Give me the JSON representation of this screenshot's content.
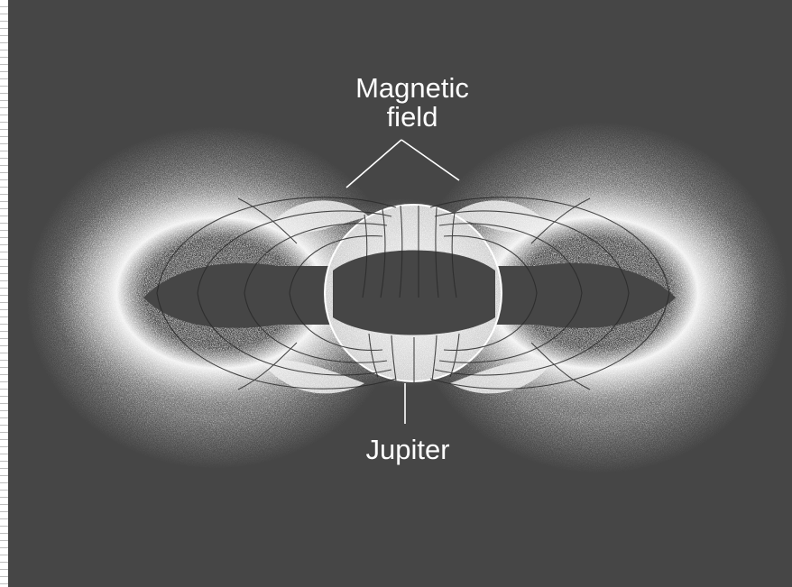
{
  "labels": {
    "magnetic_field_line1": "Magnetic",
    "magnetic_field_line2": "field",
    "planet": "Jupiter"
  },
  "colors": {
    "background": "#464646",
    "foreground": "#ffffff"
  }
}
